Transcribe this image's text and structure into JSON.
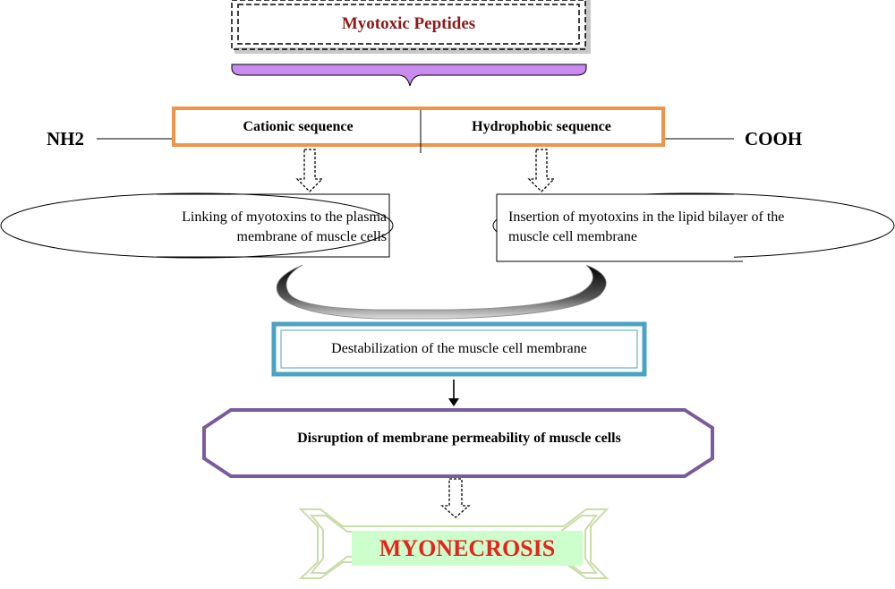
{
  "title": "Myotoxic Peptides",
  "nh2": "NH2",
  "cooh": "COOH",
  "cationic": "Cationic sequence",
  "hydrophobic": "Hydrophobic sequence",
  "linking": "Linking of myotoxins to the plasma membrane of muscle cells",
  "insertion": "Insertion of myotoxins in the lipid bilayer of the muscle cell membrane",
  "destabilization": "Destabilization of the muscle cell membrane",
  "disruption": "Disruption of membrane permeability of muscle cells",
  "outcome": "MYONECROSIS",
  "colors": {
    "title": "#8B1A1A",
    "brace": "#C98BF0",
    "peptide_border": "#F0944A",
    "destab_border": "#4BA3C3",
    "disruption_border": "#7B5B9B",
    "outcome_fill": "#CCFFCC",
    "outcome_text": "#E8231E",
    "frame": "#C8DDA8"
  }
}
